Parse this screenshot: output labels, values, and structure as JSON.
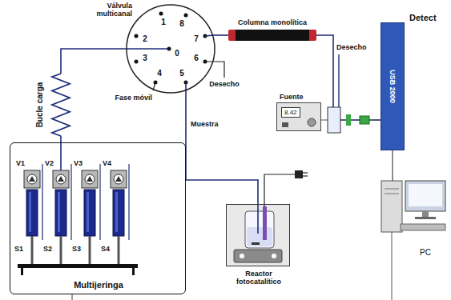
{
  "diagram": {
    "nodes": [
      {
        "text": [
          "Válvula multicanal"
        ]
      },
      {
        "text": [
          "Columna monolítica"
        ]
      },
      {
        "text": [
          "Fuente",
          "8.42"
        ]
      },
      {
        "text": [
          "USB 2000",
          "Detect"
        ]
      },
      {
        "text": [
          "Bucle carga"
        ]
      },
      {
        "text": [
          "Reactor fotocatalítico"
        ]
      },
      {
        "text": [
          "PC"
        ]
      },
      {
        "text": [
          "Multijeringa"
        ]
      }
    ],
    "edges": [
      {
        "from": 7,
        "to": 4,
        "arrow": "none"
      },
      {
        "from": 4,
        "to": 0,
        "arrow": "none"
      },
      {
        "from": 0,
        "to": 1,
        "arrow": "none"
      },
      {
        "from": 1,
        "to": 3,
        "arrow": "none"
      },
      {
        "from": 2,
        "to": 3,
        "arrow": "none"
      },
      {
        "from": 0,
        "to": 5,
        "label": "Muestra",
        "arrow": "none"
      },
      {
        "from": 3,
        "to": 6,
        "arrow": "none"
      }
    ],
    "labels": [
      "1",
      "8",
      "2",
      "7",
      "0",
      "3",
      "6",
      "4",
      "5",
      "Fase móvil",
      "Desecho",
      "Desecho",
      "V1",
      "V2",
      "V3",
      "V4",
      "S1",
      "S2",
      "S3",
      "S4"
    ]
  }
}
